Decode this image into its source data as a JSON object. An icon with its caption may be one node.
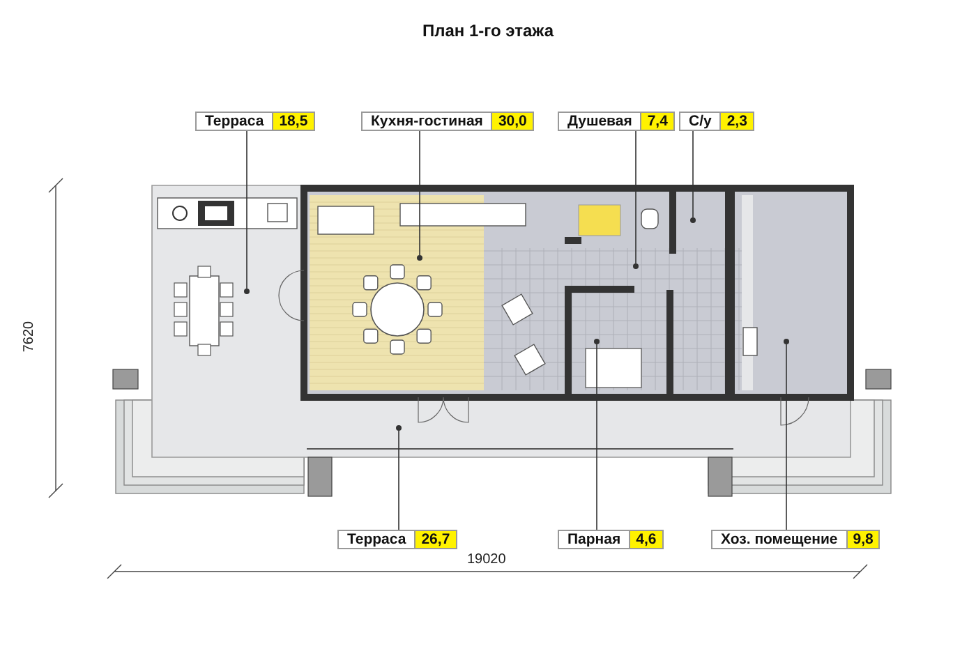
{
  "diagram": {
    "title": "План 1-го этажа",
    "nodes": [
      {
        "text": [
          "Терраса",
          "18,5"
        ]
      },
      {
        "text": [
          "Кухня-гостиная",
          "30,0"
        ]
      },
      {
        "text": [
          "Душевая",
          "7,4"
        ]
      },
      {
        "text": [
          "С/у",
          "2,3"
        ]
      },
      {
        "text": [
          "Терраса",
          "26,7"
        ]
      },
      {
        "text": [
          "Парная",
          "4,6"
        ]
      },
      {
        "text": [
          "Хоз. помещение",
          "9,8"
        ]
      },
      {
        "text": [],
        "shape": "circle"
      },
      {
        "text": [],
        "shape": "circle"
      },
      {
        "text": [],
        "shape": "circle"
      },
      {
        "text": [],
        "shape": "circle"
      },
      {
        "text": [],
        "shape": "circle"
      },
      {
        "text": [],
        "shape": "circle"
      },
      {
        "text": [],
        "shape": "circle"
      }
    ],
    "edges": [
      {
        "from": 0,
        "to": 7,
        "arrow": "none"
      },
      {
        "from": 1,
        "to": 8,
        "arrow": "none"
      },
      {
        "from": 2,
        "to": 9,
        "arrow": "none"
      },
      {
        "from": 3,
        "to": 10,
        "arrow": "none"
      },
      {
        "from": 4,
        "to": 11,
        "arrow": "none"
      },
      {
        "from": 5,
        "to": 12,
        "arrow": "none"
      },
      {
        "from": 6,
        "to": 13,
        "arrow": "none"
      }
    ],
    "labels": [
      "7620",
      "19020"
    ]
  }
}
